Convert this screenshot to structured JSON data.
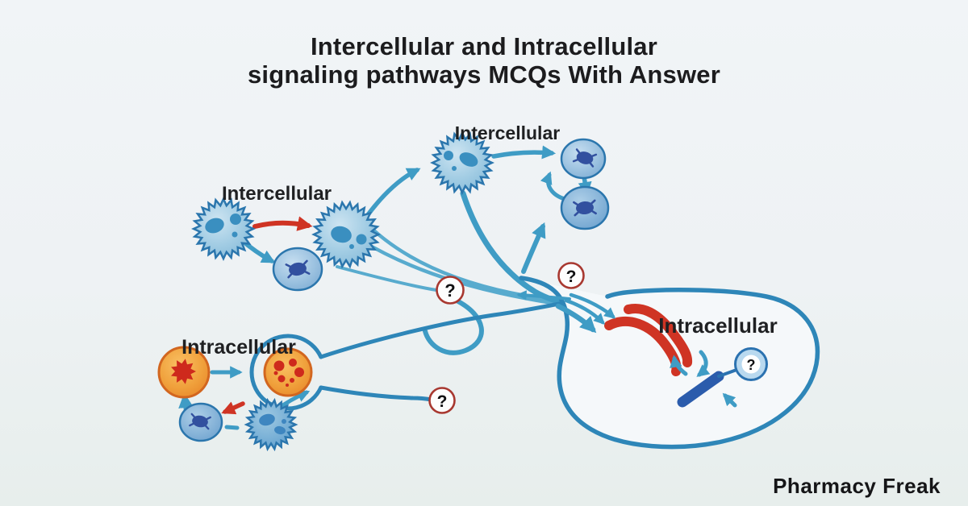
{
  "title": {
    "line1": "Intercellular and Intracellular",
    "line2": "signaling pathways MCQs With Answer"
  },
  "labels": {
    "intercellular_top": "Intercellular",
    "intercellular_left": "Intercellular",
    "intracellular_left": "Intracellular",
    "intracellular_right": "Intracellular"
  },
  "question_mark": "?",
  "watermark": "Pharmacy Freak",
  "colors": {
    "ink": "#1c1c1e",
    "teal": "#3f9cc5",
    "teal_light": "#58abce",
    "membrane": "#2e86b8",
    "red": "#cf3424",
    "ring_red": "#a83830",
    "cell_outline": "#2b76ad",
    "cell_nucleus": "#3a8fc0",
    "navy": "#32509f",
    "orange_outline": "#d2661f",
    "orange_dot": "#ce2a1c",
    "receptor_blue": "#2b5cac"
  }
}
